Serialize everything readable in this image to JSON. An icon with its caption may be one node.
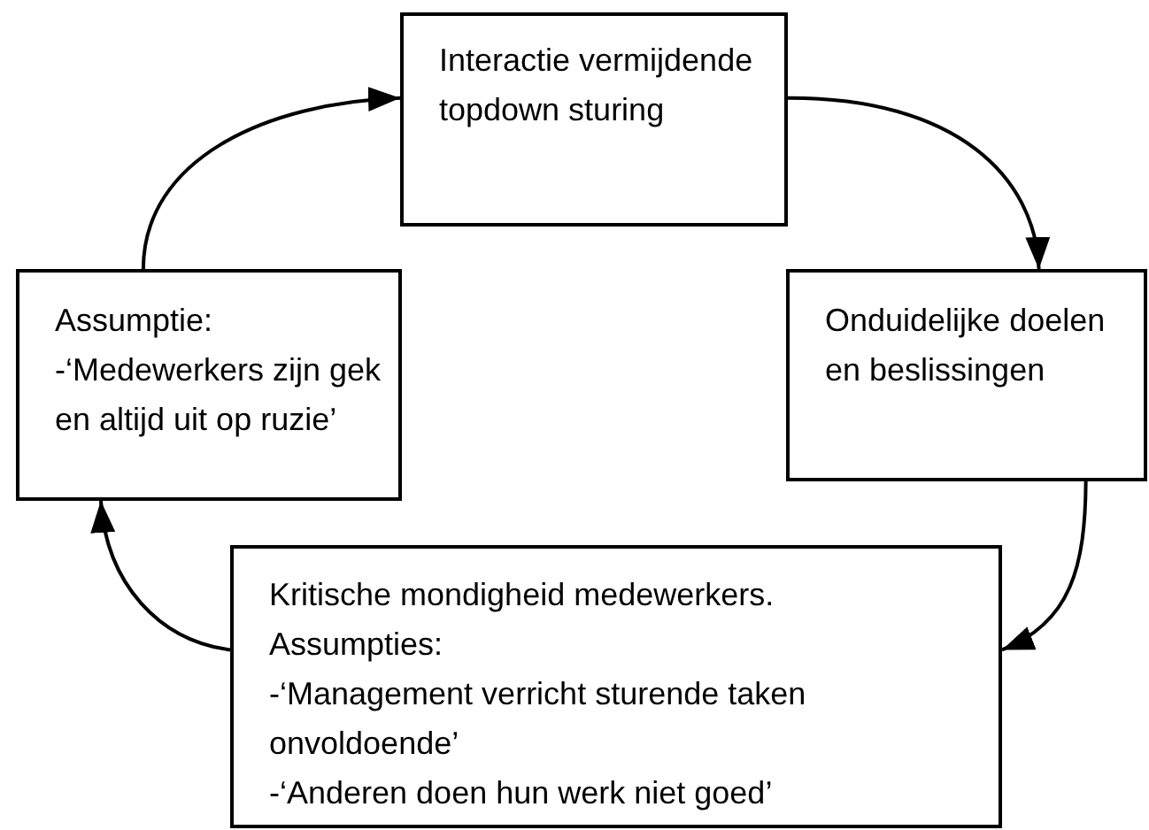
{
  "diagram": {
    "nodes": [
      {
        "text": [
          "Interactie vermijdende topdown sturing"
        ]
      },
      {
        "text": [
          "Onduidelijke doelen en beslissingen"
        ]
      },
      {
        "text": [
          "Kritische mondigheid medewerkers.",
          "Assumpties:",
          "-‘Management verricht sturende taken onvoldoende’",
          "-‘Anderen doen hun werk niet goed’"
        ]
      },
      {
        "text": [
          "Assumptie:",
          "-‘Medewerkers zijn gek en altijd uit op ruzie’"
        ]
      }
    ],
    "edges": [
      {
        "from": 0,
        "to": 1,
        "arrow": "to"
      },
      {
        "from": 1,
        "to": 2,
        "arrow": "to"
      },
      {
        "from": 2,
        "to": 3,
        "arrow": "to"
      },
      {
        "from": 3,
        "to": 0,
        "arrow": "to"
      }
    ]
  }
}
